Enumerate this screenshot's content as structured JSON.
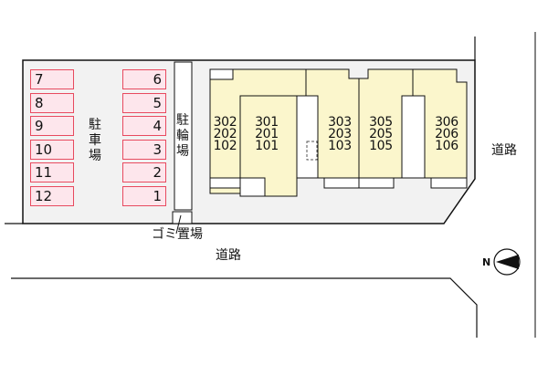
{
  "colors": {
    "lot_fill": "#f2f2f2",
    "parking_fill": "#fde6ec",
    "parking_border": "#e84a5f",
    "building_fill": "#fbf6cc",
    "line": "#111111"
  },
  "parking": {
    "label": [
      "駐",
      "車",
      "場"
    ],
    "left_column": [
      "7",
      "8",
      "9",
      "10",
      "11",
      "12"
    ],
    "right_column": [
      "6",
      "5",
      "4",
      "3",
      "2",
      "1"
    ]
  },
  "bicycle_parking": {
    "label": [
      "駐",
      "輪",
      "場"
    ]
  },
  "garbage": {
    "label": "ゴミ置場"
  },
  "roads": {
    "south_label": "道路",
    "east_label": "道路"
  },
  "compass": {
    "letter": "N",
    "icon": "north-arrow-icon"
  },
  "units": [
    {
      "floors": [
        "302",
        "202",
        "102"
      ]
    },
    {
      "floors": [
        "301",
        "201",
        "101"
      ]
    },
    {
      "floors": [
        "303",
        "203",
        "103"
      ]
    },
    {
      "floors": [
        "305",
        "205",
        "105"
      ]
    },
    {
      "floors": [
        "306",
        "206",
        "106"
      ]
    }
  ]
}
